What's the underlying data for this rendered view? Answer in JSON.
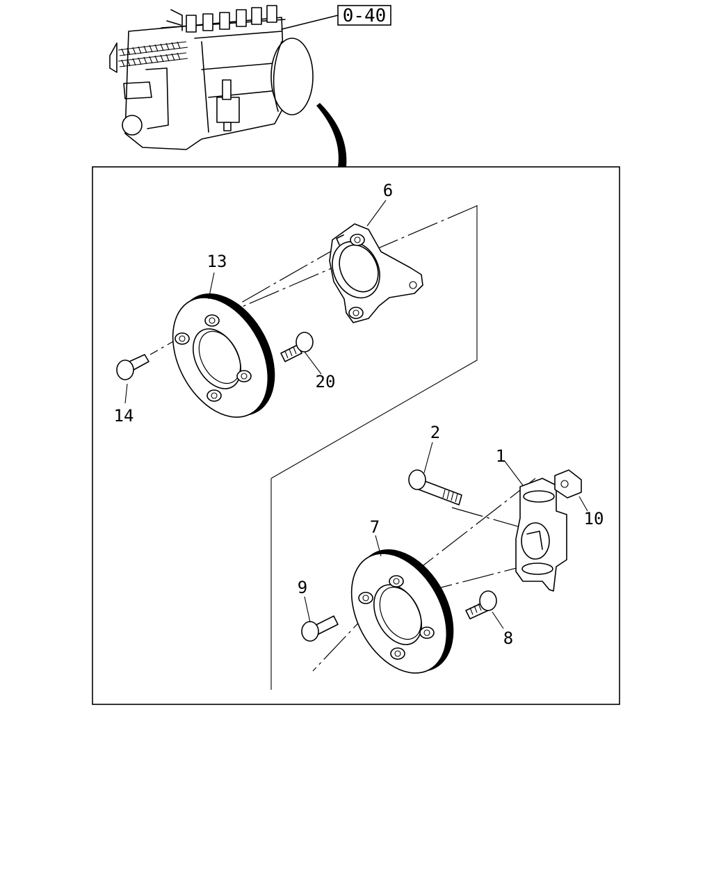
{
  "reference": "0-40",
  "callouts": {
    "c1": "1",
    "c2": "2",
    "c6": "6",
    "c7": "7",
    "c8": "8",
    "c9": "9",
    "c10": "10",
    "c13": "13",
    "c14": "14",
    "c20": "20"
  }
}
